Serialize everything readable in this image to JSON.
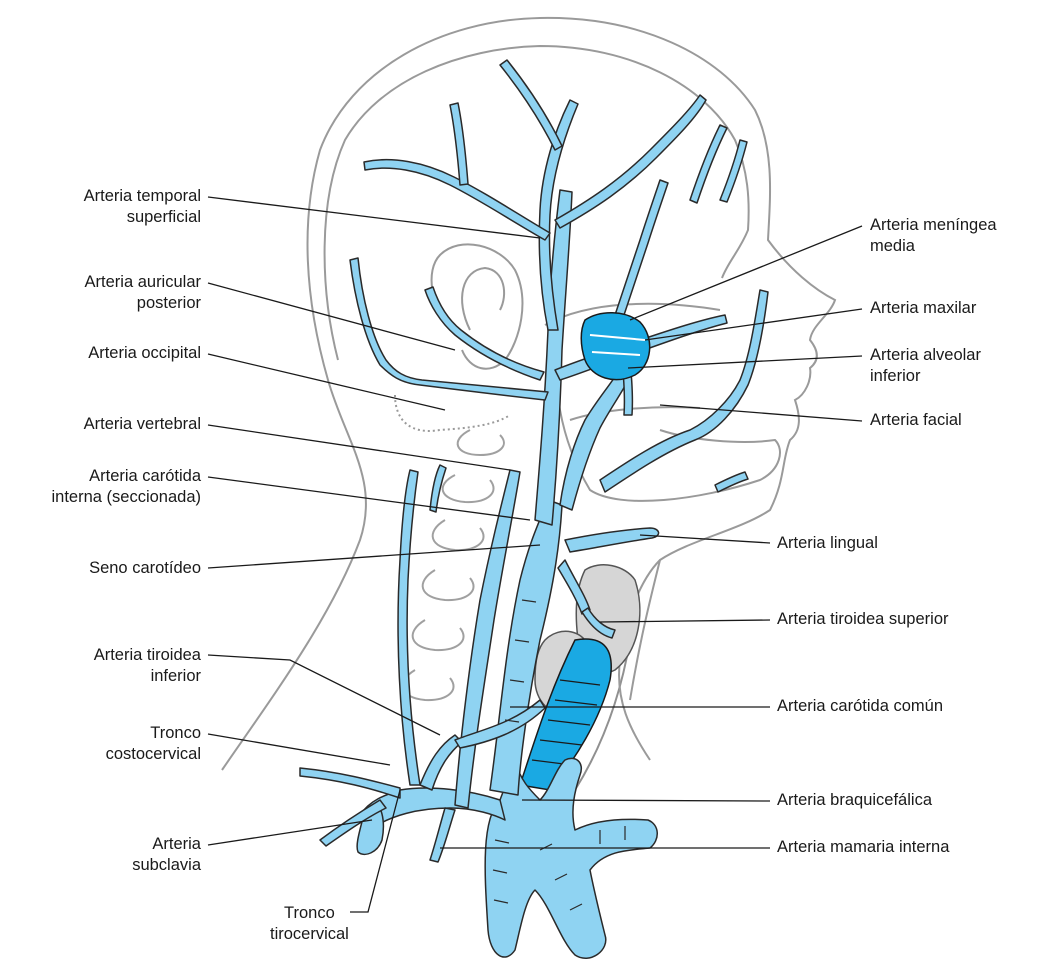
{
  "colors": {
    "artery_fill": "#8fd3f2",
    "artery_stroke": "#2a2a2a",
    "artery_dark": "#1aa9e3",
    "outline": "#9a9a9a",
    "gland": "#d6d6d6"
  },
  "labels_left": [
    {
      "id": "temporal-superficial",
      "lines": [
        "Arteria temporal",
        "superficial"
      ]
    },
    {
      "id": "auricular-posterior",
      "lines": [
        "Arteria auricular",
        "posterior"
      ]
    },
    {
      "id": "occipital",
      "lines": [
        "Arteria occipital"
      ]
    },
    {
      "id": "vertebral",
      "lines": [
        "Arteria vertebral"
      ]
    },
    {
      "id": "carotida-interna",
      "lines": [
        "Arteria carótida",
        "interna (seccionada)"
      ]
    },
    {
      "id": "seno-carotideo",
      "lines": [
        "Seno carotídeo"
      ]
    },
    {
      "id": "tiroidea-inferior",
      "lines": [
        "Arteria tiroidea",
        "inferior"
      ]
    },
    {
      "id": "tronco-costocervical",
      "lines": [
        "Tronco",
        "costocervical"
      ]
    },
    {
      "id": "subclavia",
      "lines": [
        "Arteria",
        "subclavia"
      ]
    },
    {
      "id": "tronco-tirocervical",
      "lines": [
        "Tronco",
        "tirocervical"
      ]
    }
  ],
  "labels_right": [
    {
      "id": "meningea-media",
      "lines": [
        "Arteria meníngea",
        "media"
      ]
    },
    {
      "id": "maxilar",
      "lines": [
        "Arteria maxilar"
      ]
    },
    {
      "id": "alveolar-inferior",
      "lines": [
        "Arteria alveolar",
        "inferior"
      ]
    },
    {
      "id": "facial",
      "lines": [
        "Arteria facial"
      ]
    },
    {
      "id": "lingual",
      "lines": [
        "Arteria lingual"
      ]
    },
    {
      "id": "tiroidea-superior",
      "lines": [
        "Arteria tiroidea superior"
      ]
    },
    {
      "id": "carotida-comun",
      "lines": [
        "Arteria carótida común"
      ]
    },
    {
      "id": "braquicefalica",
      "lines": [
        "Arteria braquicefálica"
      ]
    },
    {
      "id": "mamaria-interna",
      "lines": [
        "Arteria mamaria interna"
      ]
    }
  ]
}
